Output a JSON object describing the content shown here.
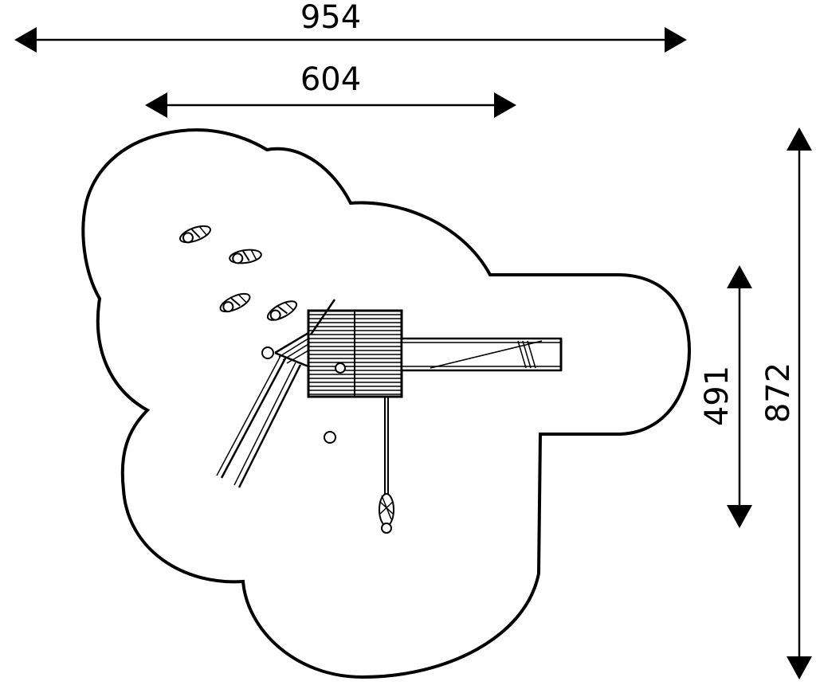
{
  "dimensions": {
    "overall_width": "954",
    "structure_width": "604",
    "structure_depth": "491",
    "overall_depth": "872"
  },
  "colors": {
    "line": "#000000",
    "background": "#ffffff"
  },
  "icons": [
    "arrow-left-icon",
    "arrow-right-icon",
    "arrow-up-icon",
    "arrow-down-icon"
  ]
}
